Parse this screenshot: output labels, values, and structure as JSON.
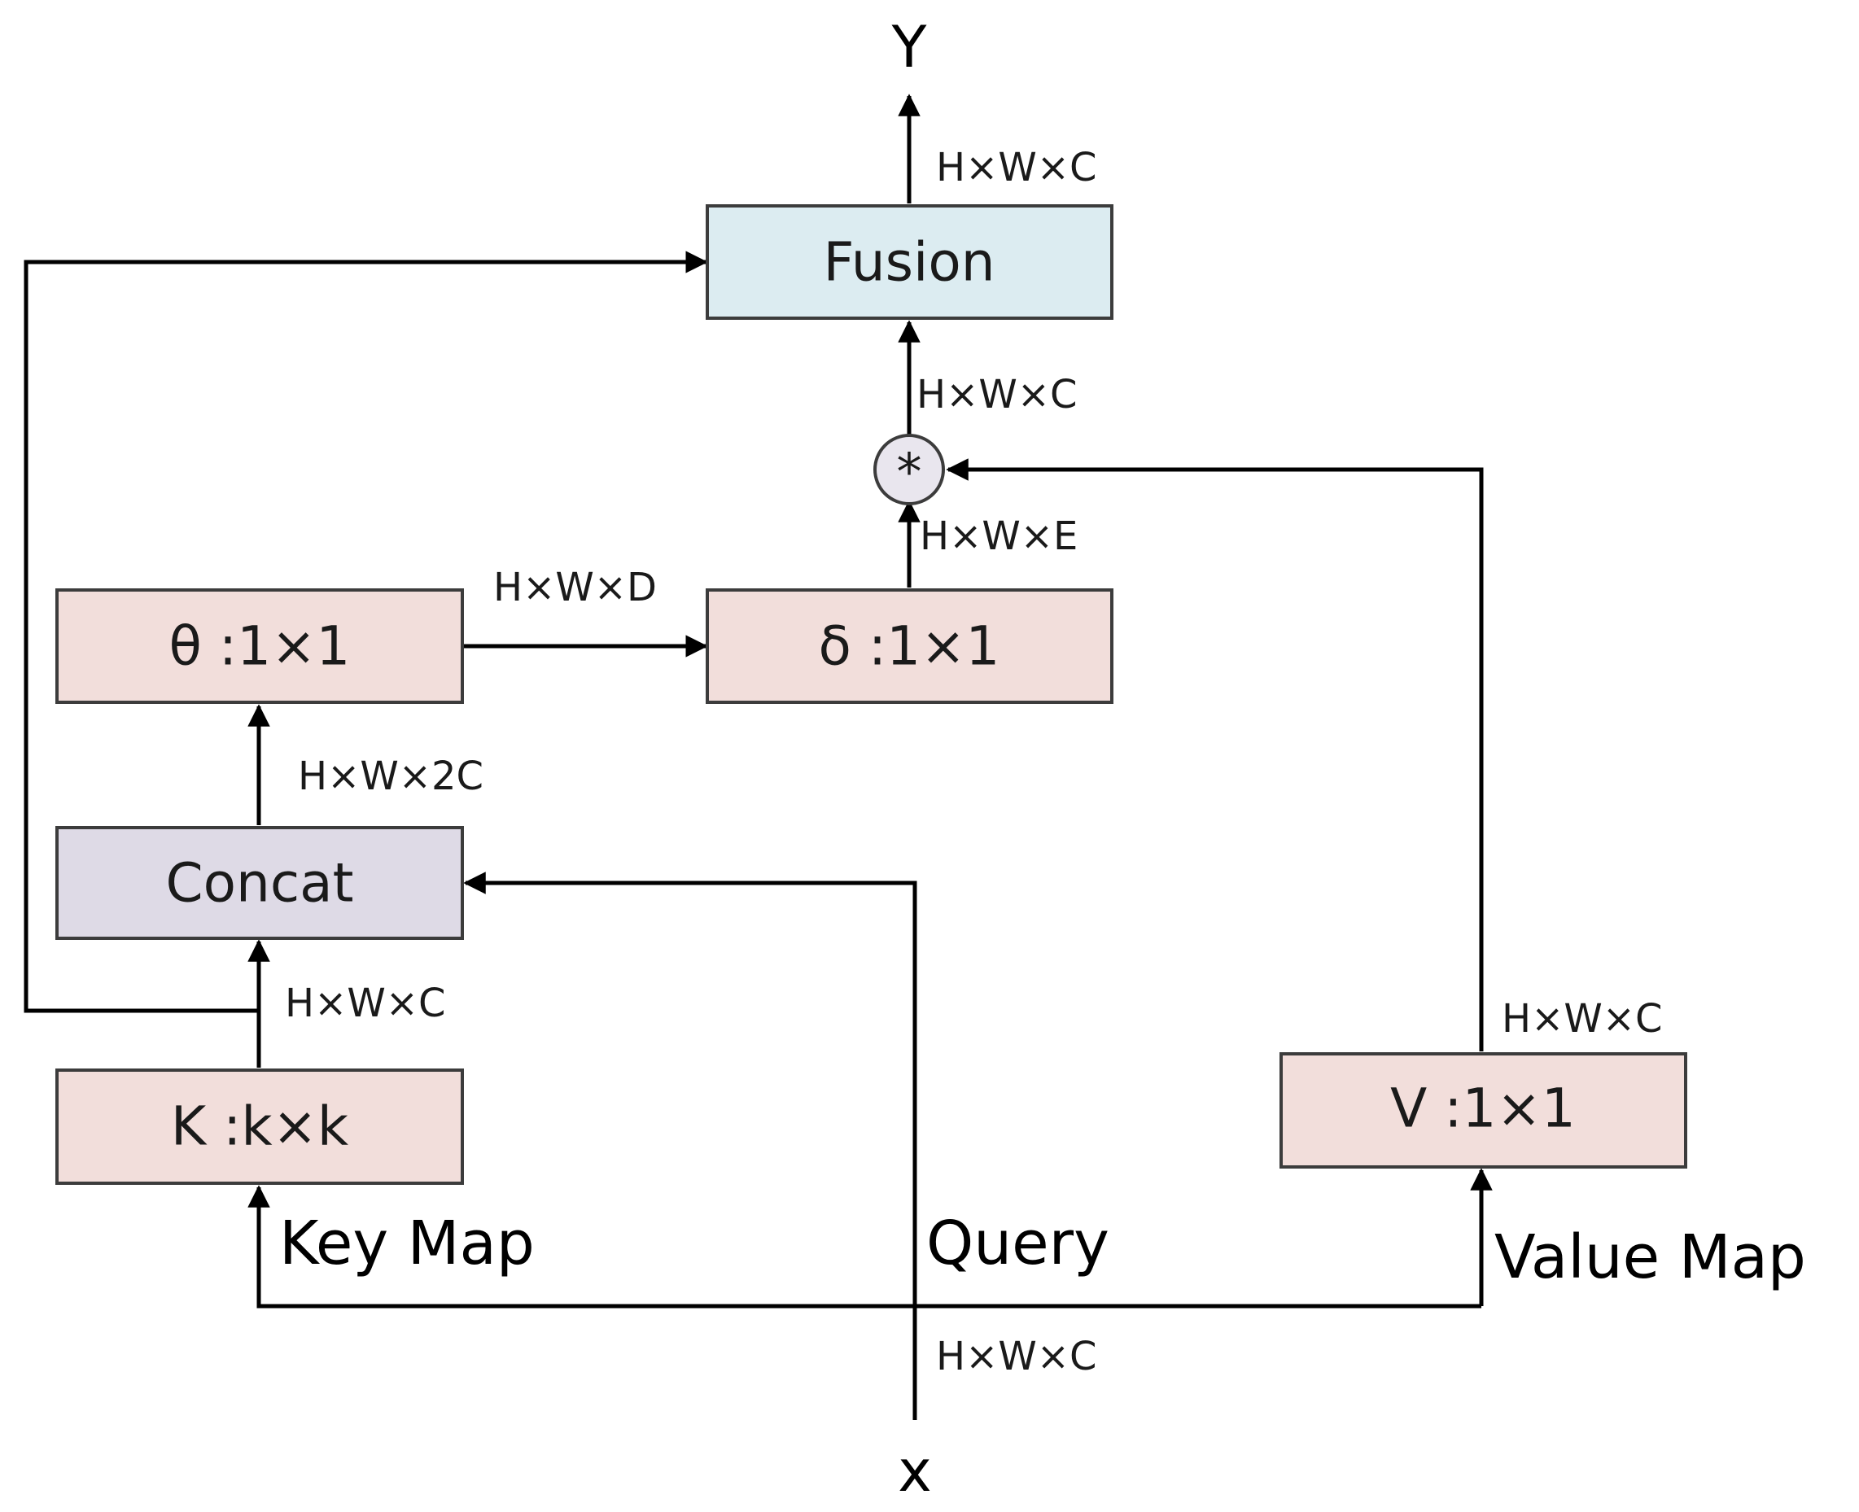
{
  "nodes": {
    "fusion": {
      "label": "Fusion",
      "color": "#dcecf1"
    },
    "theta": {
      "label": "θ :1×1",
      "color": "#f2dedb"
    },
    "delta": {
      "label": "δ :1×1",
      "color": "#f2dedb"
    },
    "concat": {
      "label": "Concat",
      "color": "#dedae6"
    },
    "key": {
      "label": "K :k×k",
      "color": "#f2dedb"
    },
    "value": {
      "label": "V :1×1",
      "color": "#f2dedb"
    },
    "multiply": {
      "label": "*"
    }
  },
  "io": {
    "output": "Y",
    "input": "x"
  },
  "branches": {
    "key_map": "Key Map",
    "query": "Query",
    "value_map": "Value Map"
  },
  "dims": {
    "output": "H×W×C",
    "fusion_in": "H×W×C",
    "mult_in": "H×W×E",
    "theta_out": "H×W×D",
    "concat_out": "H×W×2C",
    "key_out": "H×W×C",
    "value_out": "H×W×C",
    "input": "H×W×C"
  }
}
